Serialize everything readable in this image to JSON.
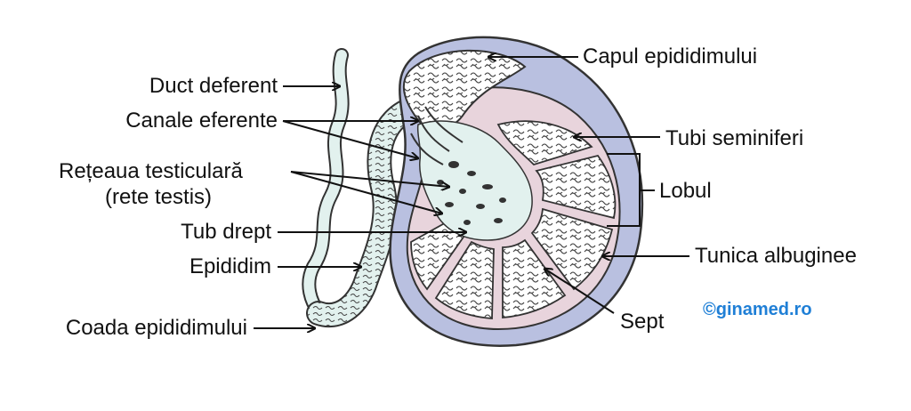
{
  "labels": {
    "duct_deferent": "Duct deferent",
    "canale_eferente": "Canale eferente",
    "reteaua_line1": "Rețeaua testiculară",
    "reteaua_line2": "(rete testis)",
    "tub_drept": "Tub drept",
    "epididim": "Epididim",
    "coada_epididimului": "Coada epididimului",
    "capul_epididimului": "Capul epididimului",
    "tubi_seminiferi": "Tubi seminiferi",
    "lobul": "Lobul",
    "tunica_albuginee": "Tunica albuginee",
    "sept": "Sept"
  },
  "watermark": "©ginamed.ro",
  "colors": {
    "tunica": "#b9c0e0",
    "tunica_dark": "#8d95c4",
    "lobule_fill": "#e8d4dc",
    "tubule_fill": "#ffffff",
    "rete_fill": "#e2f1ee",
    "septum": "#c4cfcf",
    "outline": "#333333",
    "duct": "#e2f1ee",
    "watermark": "#1f7fd6"
  }
}
